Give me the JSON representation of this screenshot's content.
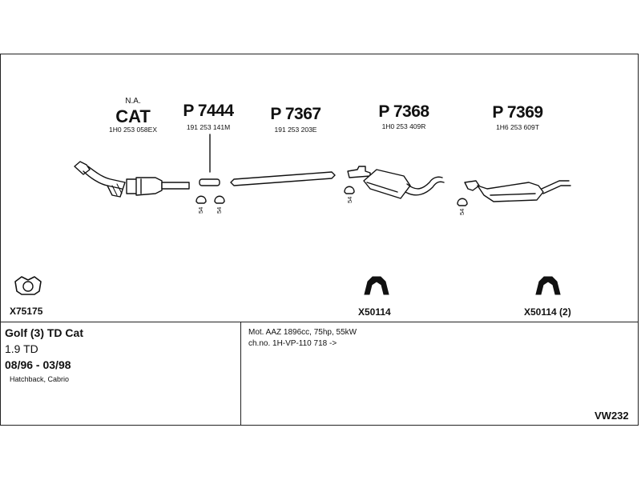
{
  "parts": {
    "cat": {
      "note": "N.A.",
      "label": "CAT",
      "number": "1H0 253 058EX"
    },
    "p7444": {
      "label": "P 7444",
      "number": "191 253 141M"
    },
    "p7367": {
      "label": "P 7367",
      "number": "191 253 203E"
    },
    "p7368": {
      "label": "P 7368",
      "number": "1H0 253 409R"
    },
    "p7369": {
      "label": "P 7369",
      "number": "1H6 253 609T"
    },
    "clamp_number": "54",
    "gasket": {
      "label": "X75175"
    },
    "mount1": {
      "label": "X50114"
    },
    "mount2": {
      "label": "X50114 (2)"
    }
  },
  "vehicle": {
    "model": "Golf (3) TD Cat",
    "engine": "1.9 TD",
    "years": "08/96 - 03/98",
    "body": "Hatchback, Cabrio",
    "motor_spec": "Mot. AAZ 1896cc, 75hp, 55kW",
    "chassis_no": "ch.no. 1H-VP-110 718 ->",
    "diagram_code": "VW232"
  }
}
